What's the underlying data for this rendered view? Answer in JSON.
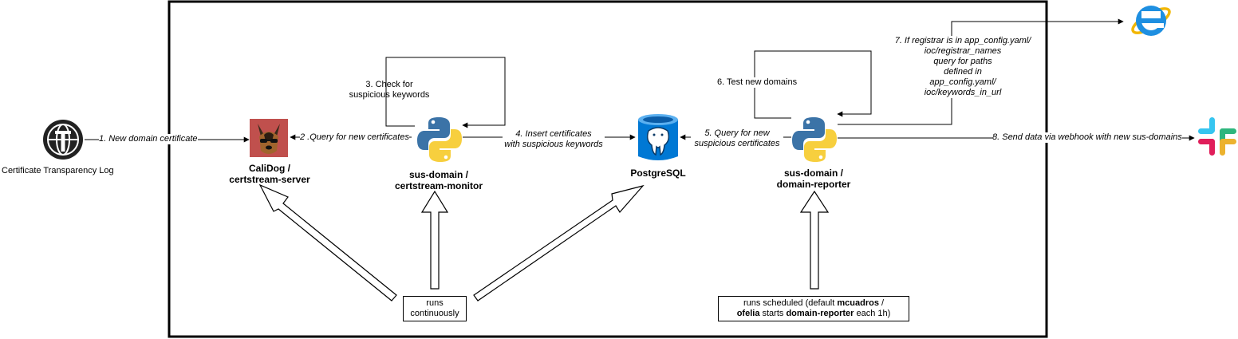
{
  "external": {
    "ct_log_label": "Certificate Transparency Log"
  },
  "nodes": {
    "calidog": {
      "line1": "CaliDog /",
      "line2": "certstream-server"
    },
    "monitor": {
      "line1": "sus-domain /",
      "line2": "certstream-monitor"
    },
    "postgres": {
      "label": "PostgreSQL"
    },
    "reporter": {
      "line1": "sus-domain /",
      "line2": "domain-reporter"
    }
  },
  "edges": {
    "e1": "1. New domain certificate",
    "e2": "2 .Query for new certificates",
    "e3_l1": "3. Check for",
    "e3_l2": "suspicious keywords",
    "e4_l1": "4. Insert certificates",
    "e4_l2": "with suspicious keywords",
    "e5_l1": "5. Query for new",
    "e5_l2": "suspicious certificates",
    "e6": "6. Test new domains",
    "e7": [
      "7. If registrar is in app_config.yaml/",
      "ioc/registrar_names",
      "query for paths",
      "defined in",
      "app_config.yaml/",
      "ioc/keywords_in_url"
    ],
    "e8": "8. Send data via webhook with new sus-domains"
  },
  "notes": {
    "continuous_l1": "runs",
    "continuous_l2": "continuously",
    "sched_a": "runs scheduled (default ",
    "sched_b": "mcuadros",
    "sched_c": " /",
    "sched_d": "ofelia",
    "sched_e": " starts ",
    "sched_f": "domain-reporter",
    "sched_g": " each 1h)"
  },
  "icons": {
    "ct_log": "globe-tower-icon",
    "calidog": "dog-sunglasses-icon",
    "monitor": "python-icon",
    "postgres": "postgresql-database-icon",
    "reporter": "python-icon",
    "browser": "internet-explorer-icon",
    "slack": "slack-icon"
  },
  "colors": {
    "python_blue": "#3b73a7",
    "python_yellow": "#f7cf3e",
    "postgres_blue": "#0078d4",
    "calidog_red": "#c0504d",
    "frame": "#000000"
  }
}
